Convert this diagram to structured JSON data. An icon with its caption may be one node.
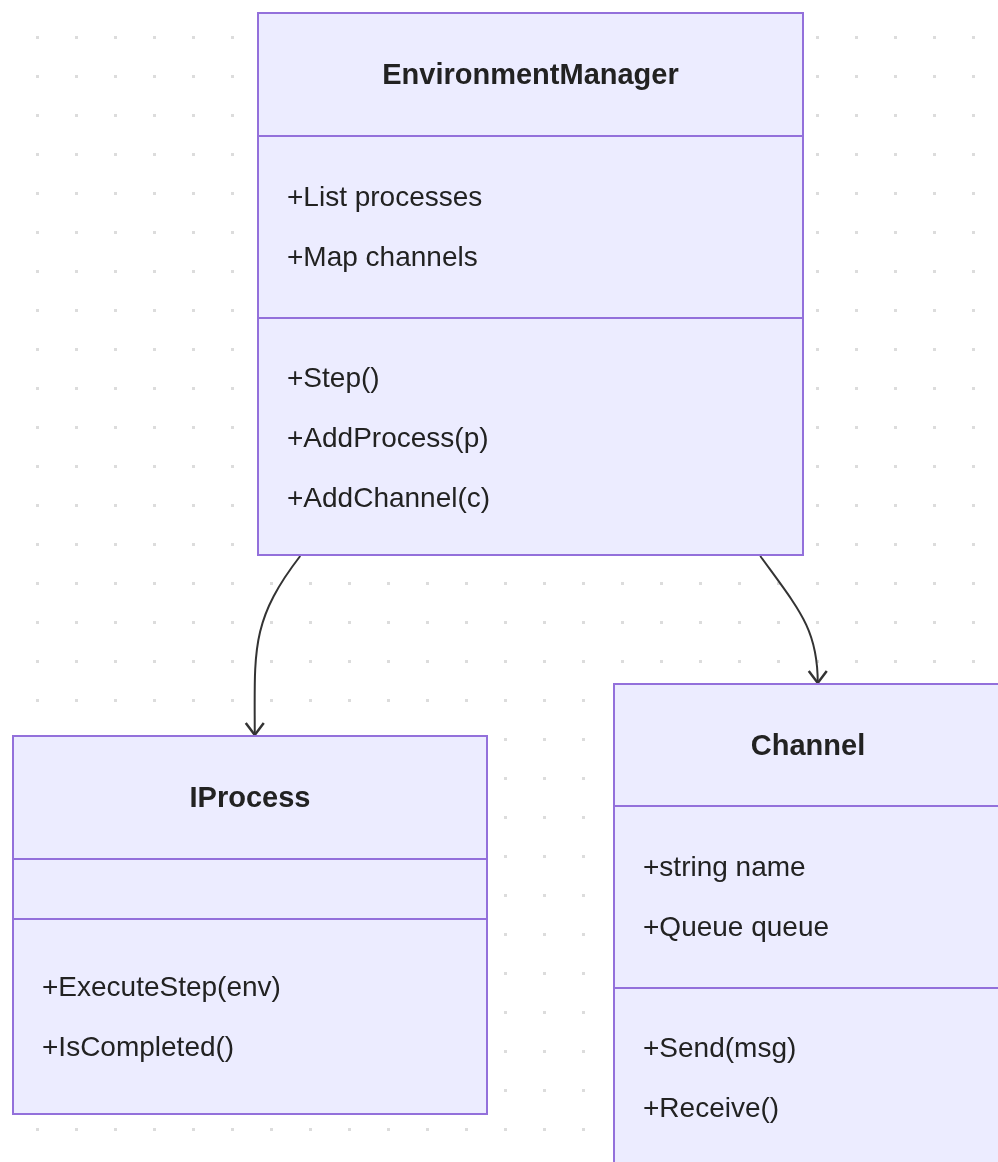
{
  "diagram": {
    "nodes": [
      {
        "text": [
          "EnvironmentManager"
        ]
      },
      {
        "text": [
          "+List processes",
          "+Map channels"
        ],
        "in": 0
      },
      {
        "text": [
          "+Step()",
          "+AddProcess(p)",
          "+AddChannel(c)"
        ],
        "in": 0
      },
      {
        "text": [
          "IProcess"
        ]
      },
      {
        "text": [],
        "shape": "box",
        "in": 3
      },
      {
        "text": [
          "+ExecuteStep(env)",
          "+IsCompleted()"
        ],
        "in": 3
      },
      {
        "text": [
          "Channel"
        ]
      },
      {
        "text": [
          "+string name",
          "+Queue queue"
        ],
        "in": 6
      },
      {
        "text": [
          "+Send(msg)",
          "+Receive()"
        ],
        "in": 6
      }
    ],
    "edges": [
      {
        "from": 0,
        "to": 3,
        "arrow": "to"
      },
      {
        "from": 0,
        "to": 6,
        "arrow": "to"
      }
    ]
  }
}
